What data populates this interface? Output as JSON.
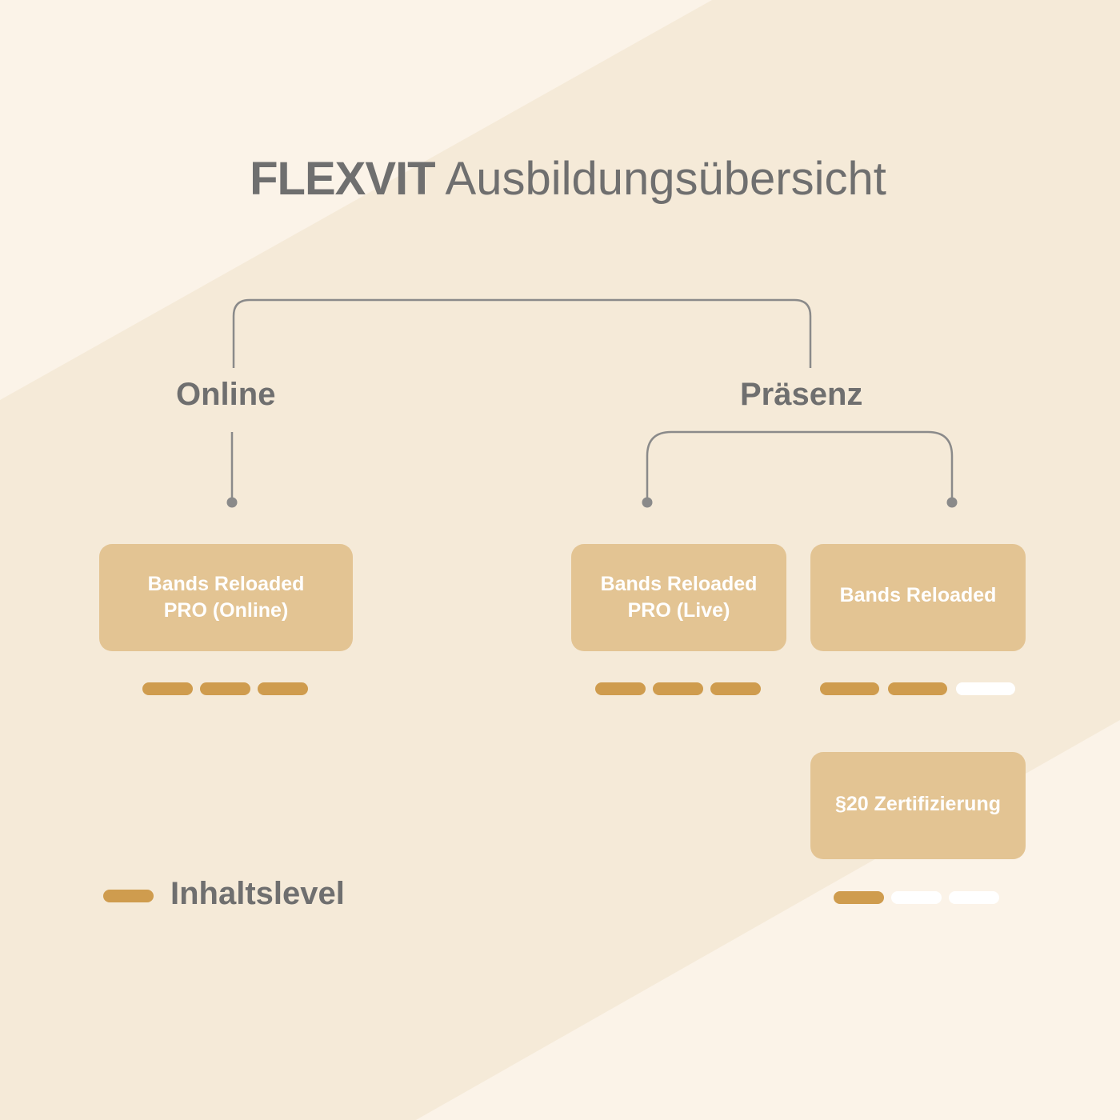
{
  "colors": {
    "background_light": "#fbf3e8",
    "background_band": "#f5ead8",
    "node_fill": "#e3c493",
    "level_filled": "#cf9c4e",
    "level_empty": "#ffffff",
    "text_gray": "#6f6f6f",
    "connector": "#8a8a8a"
  },
  "title": {
    "brand": "FLEXVIT",
    "rest": "Ausbildungsübersicht"
  },
  "branches": {
    "online": "Online",
    "praesenz": "Präsenz"
  },
  "nodes": [
    {
      "lines": [
        "Bands Reloaded",
        "PRO (Online)"
      ],
      "level": 3,
      "max": 3
    },
    {
      "lines": [
        "Bands Reloaded",
        "PRO (Live)"
      ],
      "level": 3,
      "max": 3
    },
    {
      "lines": [
        "Bands Reloaded"
      ],
      "level": 2,
      "max": 3
    },
    {
      "lines": [
        "§20 Zertifizierung"
      ],
      "level": 1,
      "max": 3
    }
  ],
  "legend": {
    "label": "Inhaltslevel"
  }
}
